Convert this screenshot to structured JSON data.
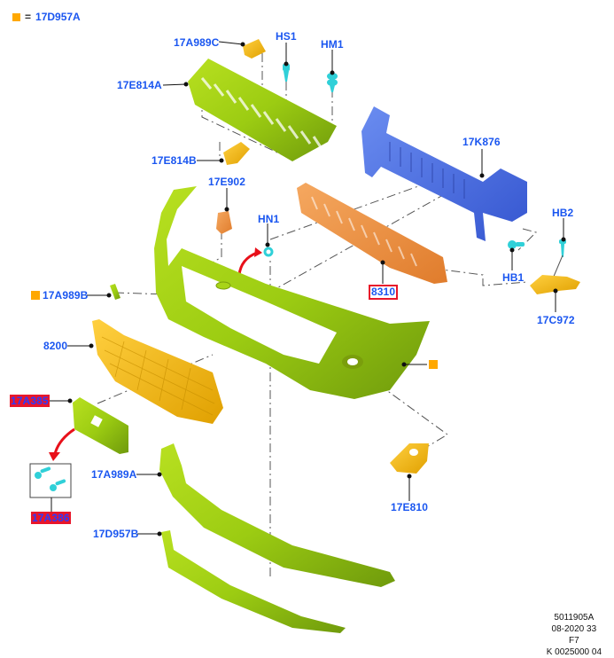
{
  "legend": {
    "marker_color": "#ffa800",
    "equals": "=",
    "part": "17D957A"
  },
  "labels": {
    "p17A989C": "17A989C",
    "HS1": "HS1",
    "HM1": "HM1",
    "p17E814A": "17E814A",
    "p17E814B": "17E814B",
    "p17K876": "17K876",
    "p17E902": "17E902",
    "HN1": "HN1",
    "HB2": "HB2",
    "HB1": "HB1",
    "p17C972": "17C972",
    "p8310": "8310",
    "p17A989B": "17A989B",
    "p8200": "8200",
    "p17A385": "17A385",
    "p17A386": "17A386",
    "p17A989A": "17A989A",
    "p17E810": "17E810",
    "p17D957B": "17D957B"
  },
  "highlighted_parts": [
    "17A385",
    "17A386",
    "8310"
  ],
  "part_colors": {
    "bumper_cover": "#9ccc12",
    "reinforcement_beam": "#4a6fe0",
    "energy_absorber": "#f09040",
    "grille": "#f5b800",
    "bracket_yellow": "#f0c020",
    "fastener": "#30d0d8",
    "callout_line": "#111111",
    "label_blue": "#1a56f0",
    "highlight_red": "#e8162a",
    "arrow_red": "#e8101a"
  },
  "footer": {
    "line1": "5011905A",
    "line2": "08-2020 33",
    "line3": "F7",
    "line4": "K 0025000 04"
  }
}
